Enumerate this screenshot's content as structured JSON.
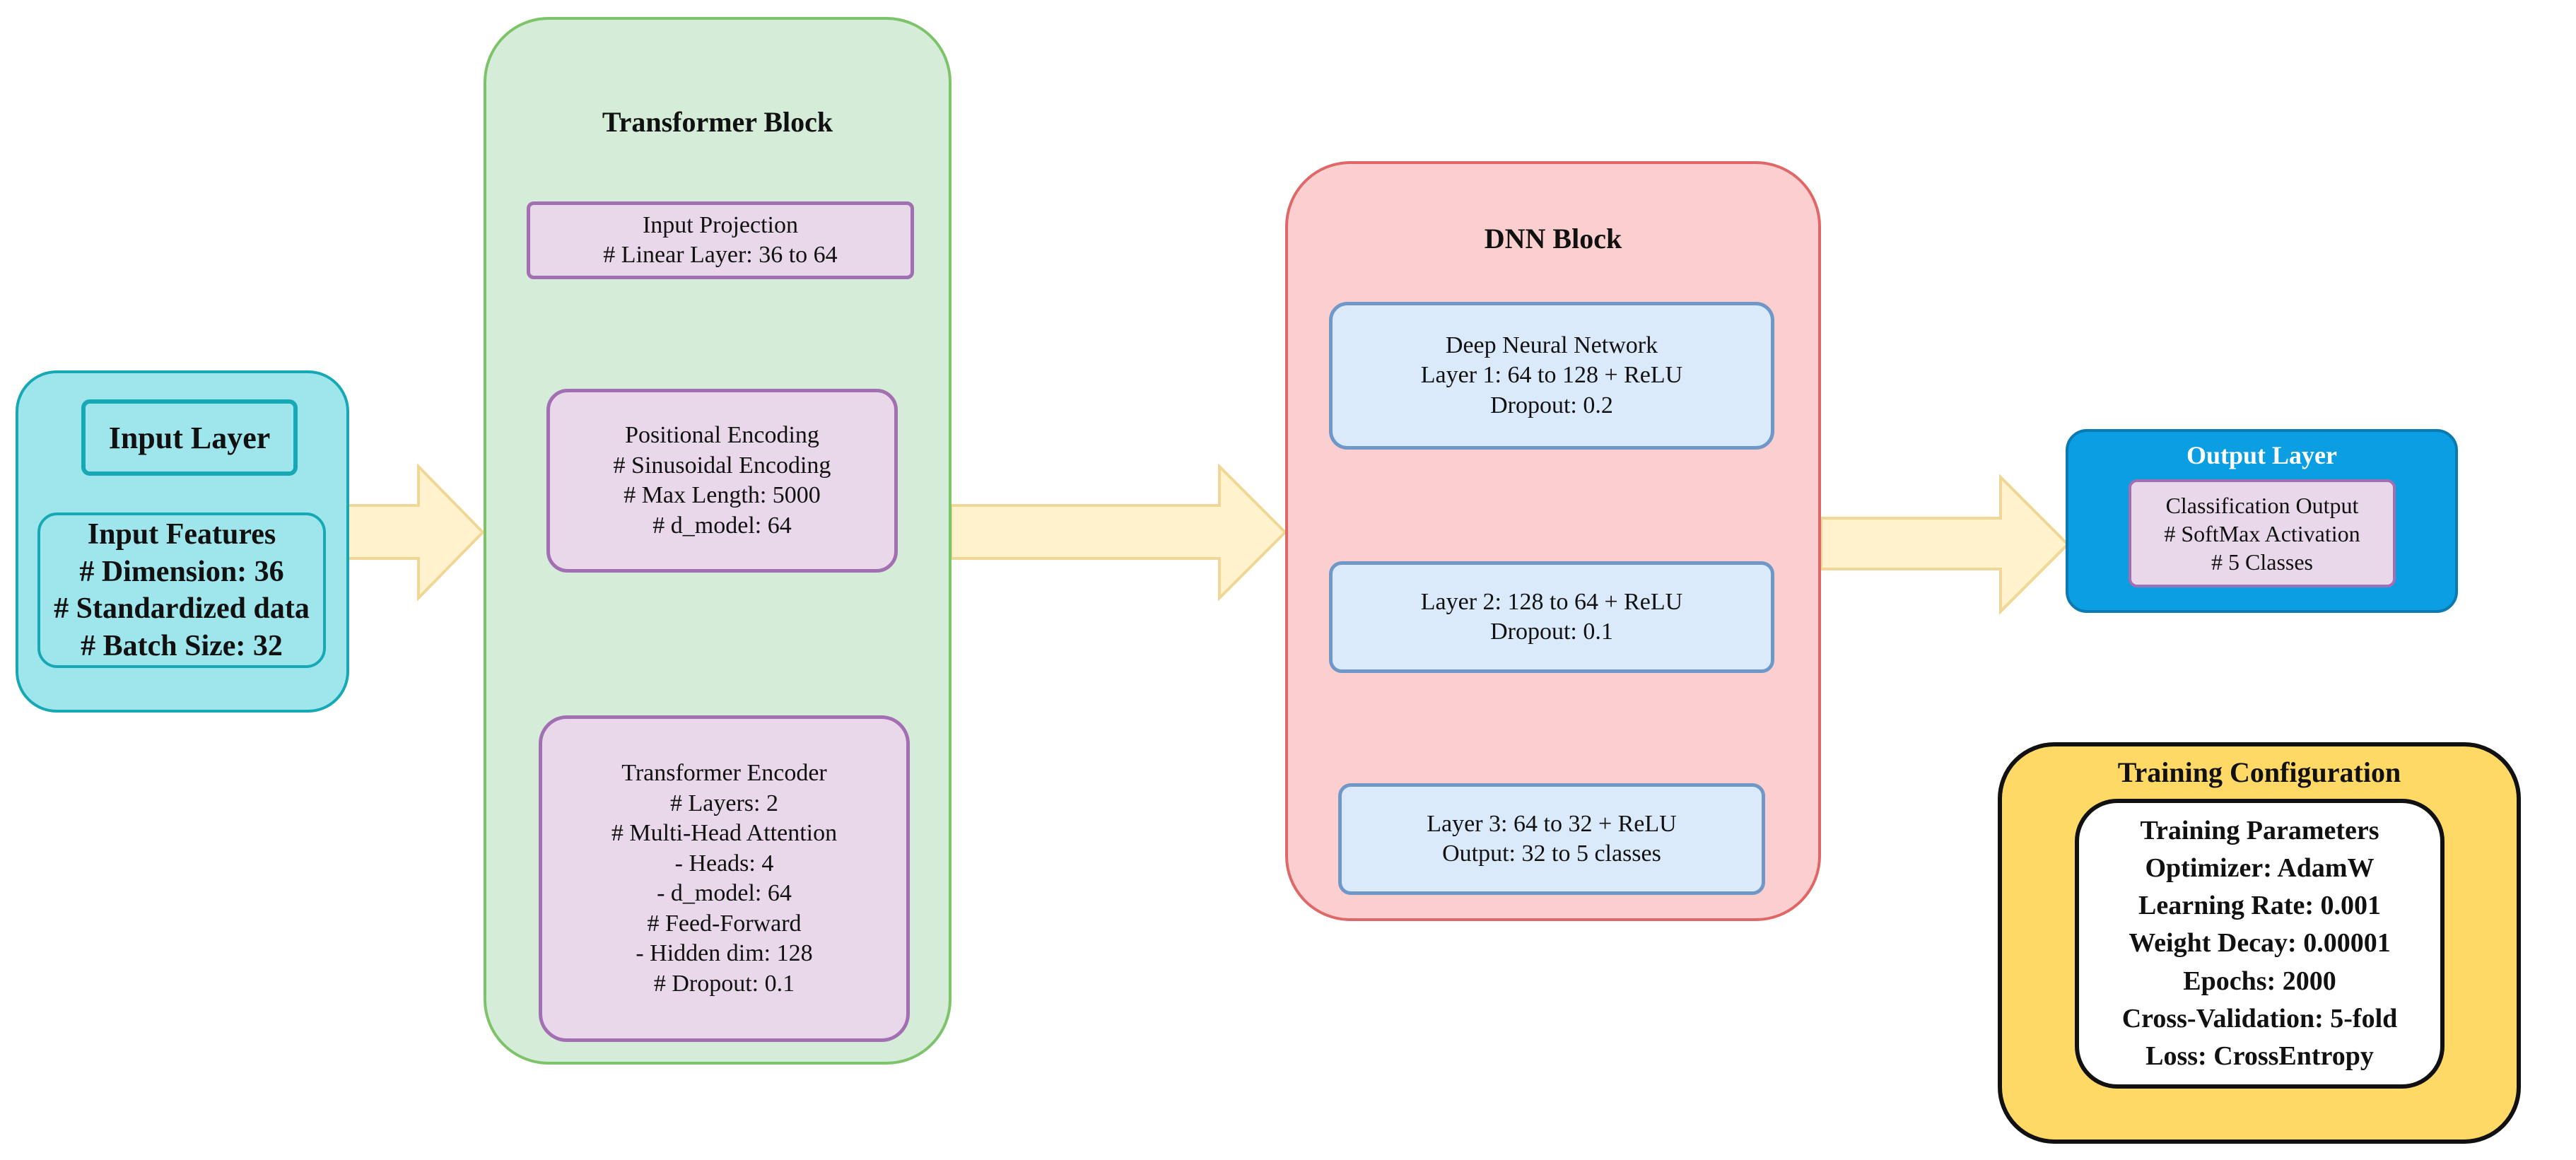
{
  "input_layer": {
    "title": "Input Layer",
    "features": [
      "Input Features",
      "# Dimension: 36",
      "# Standardized data",
      "# Batch Size: 32"
    ]
  },
  "transformer_block": {
    "title": "Transformer Block",
    "input_projection": [
      "Input Projection",
      "# Linear Layer: 36 to 64"
    ],
    "positional_encoding": [
      "Positional Encoding",
      "# Sinusoidal Encoding",
      "# Max Length: 5000",
      "# d_model: 64"
    ],
    "encoder": [
      "Transformer Encoder",
      "# Layers: 2",
      "# Multi-Head Attention",
      "- Heads: 4",
      "- d_model: 64",
      "# Feed-Forward",
      "- Hidden dim: 128",
      "# Dropout: 0.1"
    ]
  },
  "dnn_block": {
    "title": "DNN Block",
    "layer1": [
      "Deep Neural Network",
      "Layer 1: 64 to 128 + ReLU",
      "Dropout: 0.2"
    ],
    "layer2": [
      "Layer 2: 128 to 64 + ReLU",
      "Dropout: 0.1"
    ],
    "layer3": [
      "Layer 3: 64 to 32 + ReLU",
      "Output: 32 to 5 classes"
    ]
  },
  "output_layer": {
    "title": "Output Layer",
    "details": [
      "Classification Output",
      "# SoftMax Activation",
      "# 5 Classes"
    ]
  },
  "training_config": {
    "title": "Training Configuration",
    "params": [
      "Training Parameters",
      "Optimizer: AdamW",
      "Learning Rate: 0.001",
      "Weight Decay: 0.00001",
      "Epochs: 2000",
      "Cross-Validation: 5-fold",
      "Loss: CrossEntropy"
    ]
  },
  "colors": {
    "input_outer": "#9ee6ec",
    "input_border": "#16a9b5",
    "transformer_fill": "#d4ecd8",
    "transformer_border": "#7cc36a",
    "purple_fill": "#e8d8ea",
    "purple_border": "#a36fb3",
    "dnn_fill": "#fbcfcf",
    "dnn_border": "#e06767",
    "blue_fill": "#dbeafb",
    "blue_border": "#6f98c8",
    "output_fill": "#0b9ee3",
    "output_border": "#0a7ab0",
    "training_fill": "#ffd966",
    "arrow_fill": "#fff2cc",
    "arrow_border": "#f1d795"
  }
}
